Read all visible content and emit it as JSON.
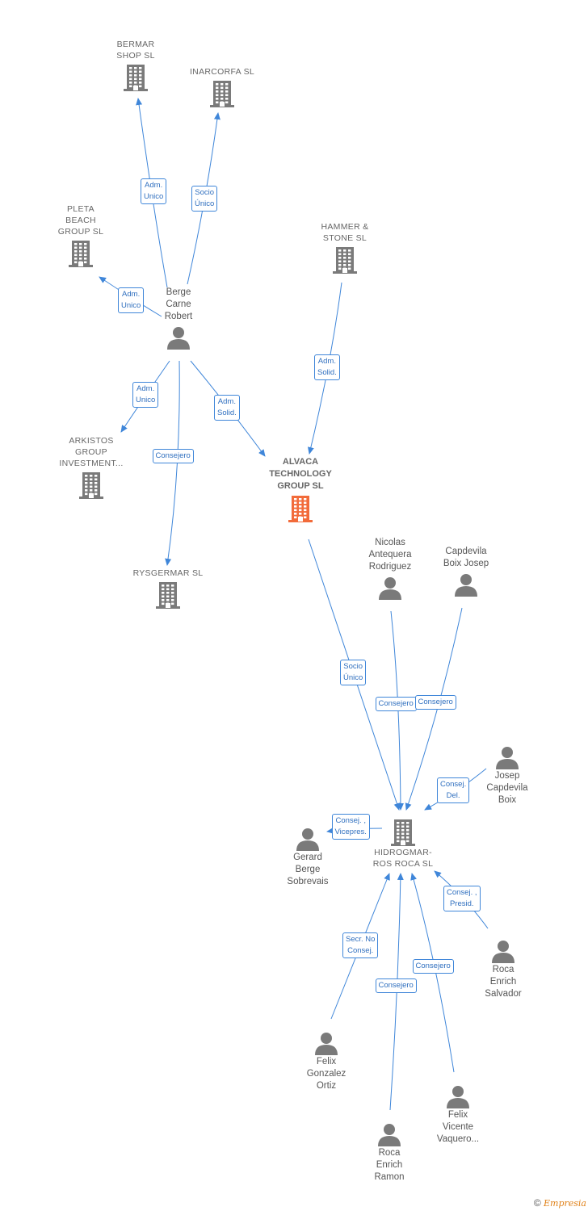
{
  "colors": {
    "edge": "#3f86d9",
    "node_icon": "#7a7a7a",
    "focus_icon": "#f26b3a"
  },
  "nodes": {
    "bermar": {
      "name": "BERMAR\nSHOP SL",
      "type": "company",
      "icon": "building-icon"
    },
    "inarcorfa": {
      "name": "INARCORFA SL",
      "type": "company",
      "icon": "building-icon"
    },
    "pleta": {
      "name": "PLETA\nBEACH\nGROUP  SL",
      "type": "company",
      "icon": "building-icon"
    },
    "hammer": {
      "name": "HAMMER &\nSTONE  SL",
      "type": "company",
      "icon": "building-icon"
    },
    "berge": {
      "name": "Berge\nCarne\nRobert",
      "type": "person",
      "icon": "person-icon"
    },
    "arkistos": {
      "name": "ARKISTOS\nGROUP\nINVESTMENT...",
      "type": "company",
      "icon": "building-icon"
    },
    "alvaca": {
      "name": "ALVACA\nTECHNOLOGY\nGROUP  SL",
      "type": "focus",
      "icon": "building-icon"
    },
    "rysgermar": {
      "name": "RYSGERMAR SL",
      "type": "company",
      "icon": "building-icon"
    },
    "nicolas": {
      "name": "Nicolas\nAntequera\nRodriguez",
      "type": "person",
      "icon": "person-icon"
    },
    "capdevila": {
      "name": "Capdevila\nBoix Josep",
      "type": "person",
      "icon": "person-icon"
    },
    "josep": {
      "name": "Josep\nCapdevila\nBoix",
      "type": "person",
      "icon": "person-icon"
    },
    "gerard": {
      "name": "Gerard\nBerge\nSobrevais",
      "type": "person",
      "icon": "person-icon"
    },
    "hidrogmar": {
      "name": "HIDROGMAR-\nROS ROCA  SL",
      "type": "company",
      "icon": "building-icon"
    },
    "rocasalvador": {
      "name": "Roca\nEnrich\nSalvador",
      "type": "person",
      "icon": "person-icon"
    },
    "felixg": {
      "name": "Felix\nGonzalez\nOrtiz",
      "type": "person",
      "icon": "person-icon"
    },
    "felixv": {
      "name": "Felix\nVicente\nVaquero...",
      "type": "person",
      "icon": "person-icon"
    },
    "rocaramon": {
      "name": "Roca\nEnrich\nRamon",
      "type": "person",
      "icon": "person-icon"
    }
  },
  "edges": [
    {
      "from": "berge",
      "to": "bermar",
      "label": "Adm.\nUnico"
    },
    {
      "from": "berge",
      "to": "inarcorfa",
      "label": "Socio\nÚnico"
    },
    {
      "from": "berge",
      "to": "pleta",
      "label": "Adm.\nUnico"
    },
    {
      "from": "berge",
      "to": "arkistos",
      "label": "Adm.\nUnico"
    },
    {
      "from": "berge",
      "to": "rysgermar",
      "label": "Consejero"
    },
    {
      "from": "berge",
      "to": "alvaca",
      "label": "Adm.\nSolid."
    },
    {
      "from": "hammer",
      "to": "alvaca",
      "label": "Adm.\nSolid."
    },
    {
      "from": "alvaca",
      "to": "hidrogmar",
      "label": "Socio\nÚnico"
    },
    {
      "from": "nicolas",
      "to": "hidrogmar",
      "label": "Consejero"
    },
    {
      "from": "capdevila",
      "to": "hidrogmar",
      "label": "Consejero"
    },
    {
      "from": "josep",
      "to": "hidrogmar",
      "label": "Consej.\nDel."
    },
    {
      "from": "gerard",
      "to": "hidrogmar",
      "label": "Consej. ,\nVicepres."
    },
    {
      "from": "rocasalvador",
      "to": "hidrogmar",
      "label": "Consej. ,\nPresid."
    },
    {
      "from": "felixg",
      "to": "hidrogmar",
      "label": "Secr.  No\nConsej."
    },
    {
      "from": "rocaramon",
      "to": "hidrogmar",
      "label": "Consejero"
    },
    {
      "from": "felixv",
      "to": "hidrogmar",
      "label": "Consejero"
    }
  ],
  "footer": {
    "copyright": "©",
    "brand": "Empresia"
  }
}
